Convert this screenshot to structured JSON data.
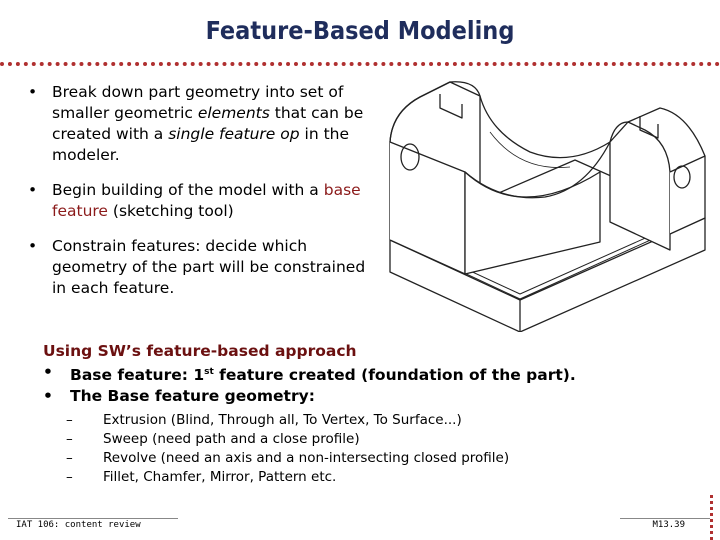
{
  "slide": {
    "title": "Feature-Based Modeling",
    "bullets": [
      {
        "pre": "Break down part geometry into set of smaller geometric ",
        "em1": "elements",
        "mid": " that can be created with a ",
        "em2": "single feature op",
        "post": " in the modeler."
      },
      {
        "pre": "Begin building of the model with a ",
        "highlight": "base feature",
        "post": "  (sketching tool)"
      },
      {
        "pre": "Constrain features: decide which geometry of the part will be constrained in each feature."
      }
    ],
    "bullet_glyph": "•",
    "approach": {
      "heading": "Using SW’s feature-based approach",
      "items": [
        {
          "pre": "Base feature: 1",
          "sup": "st",
          "post": " feature created (foundation of the part)."
        },
        {
          "pre": "The Base feature geometry:"
        }
      ],
      "dash_glyph": "–",
      "sub_items": [
        "Extrusion (Blind, Through all, To Vertex, To Surface...)",
        "Sweep (need path and a close profile)",
        "Revolve (need an axis and a non-intersecting closed profile)",
        "Fillet, Chamfer, Mirror, Pattern etc."
      ]
    },
    "footer": {
      "left": "IAT 106: content review",
      "right": "M13.39"
    },
    "colors": {
      "title": "#1f2d5c",
      "dotted_rule": "#b03030",
      "highlight": "#8b1a1a"
    }
  }
}
